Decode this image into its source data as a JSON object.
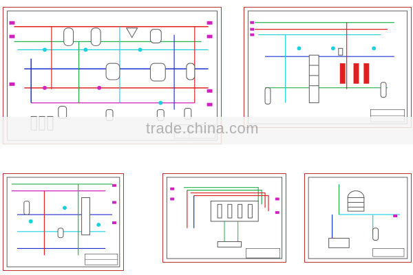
{
  "watermark": {
    "text": "trade.china.com"
  },
  "colors": {
    "frame": "#c03030",
    "pipe_blue": "#1c2fd0",
    "pipe_cyan": "#1ad0e0",
    "pipe_green": "#22b04a",
    "pipe_red": "#e02020",
    "pipe_magenta": "#d020c0",
    "equipment": "#555555"
  },
  "sheets": [
    {
      "id": "sheet-1"
    },
    {
      "id": "sheet-2"
    },
    {
      "id": "sheet-3"
    },
    {
      "id": "sheet-4"
    },
    {
      "id": "sheet-5"
    }
  ]
}
